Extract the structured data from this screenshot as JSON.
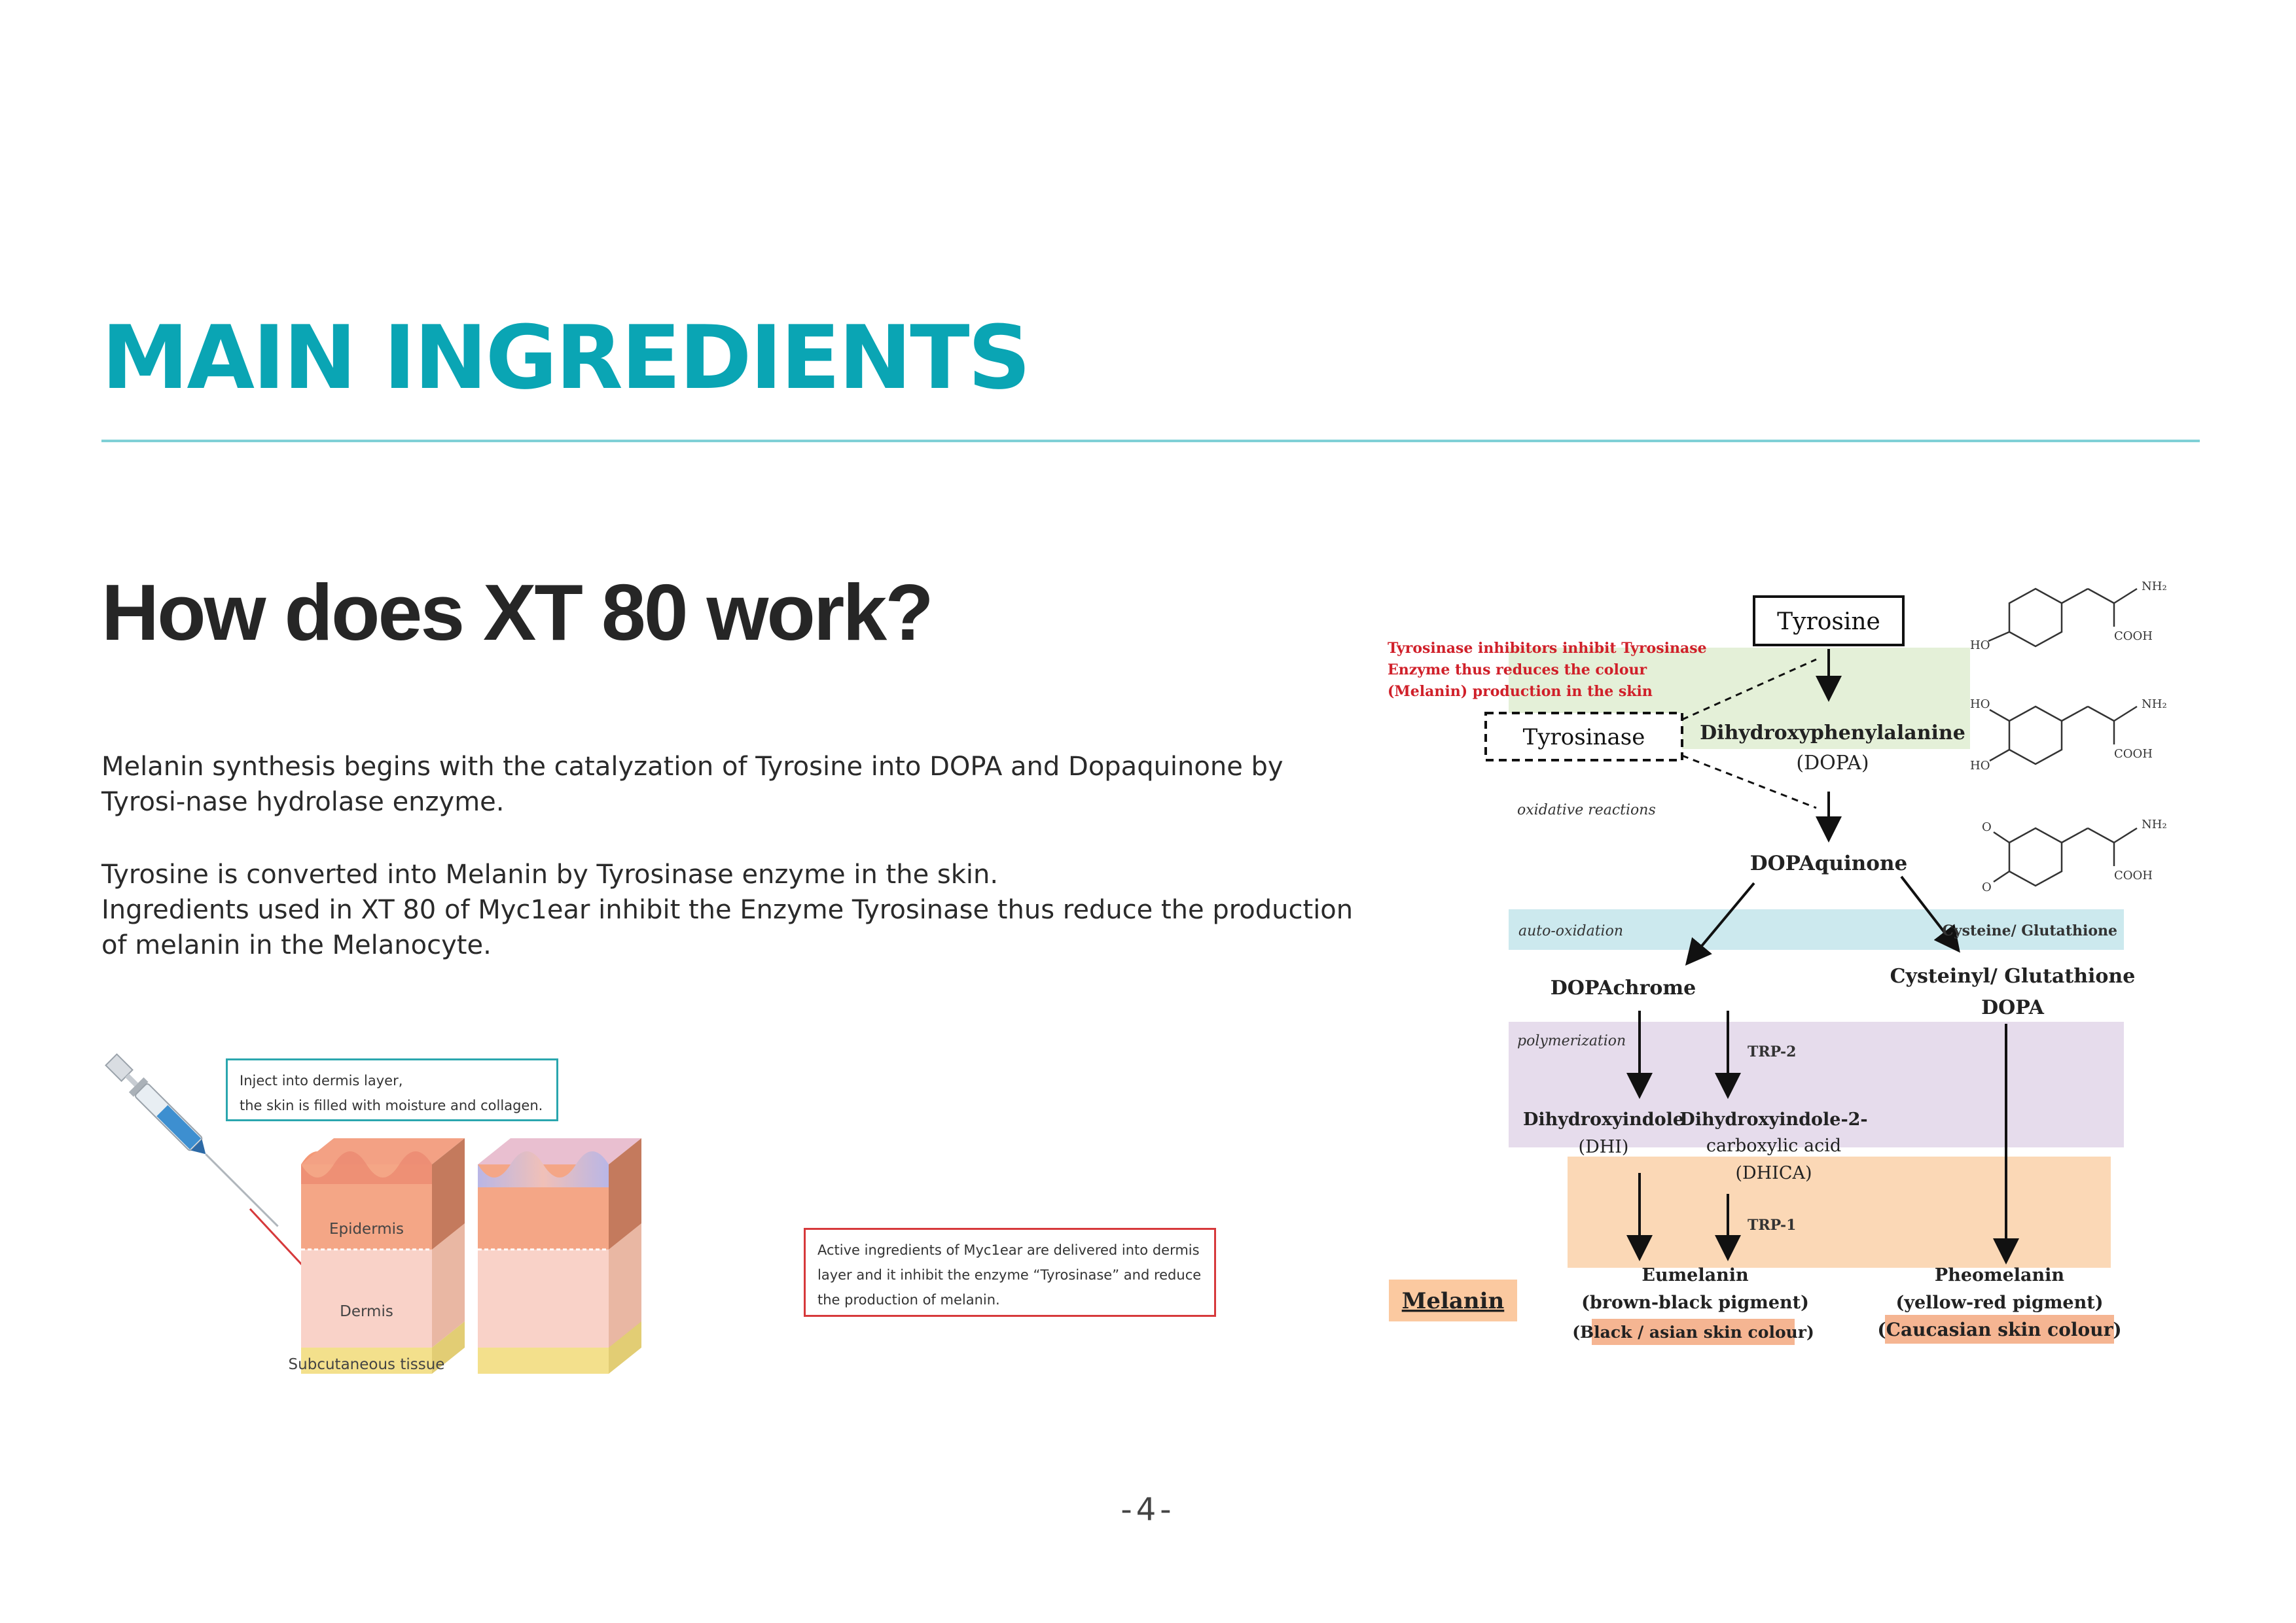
{
  "header": {
    "title": "MAIN INGREDIENTS",
    "subtitle": "How does XT 80 work?"
  },
  "content": {
    "paragraph1": "Melanin synthesis begins with the catalyzation of Tyrosine into DOPA and Dopaquinone by Tyrosi-nase hydrolase enzyme.",
    "paragraph2": "Tyrosine is converted into Melanin by Tyrosinase enzyme in the skin.",
    "paragraph3": "Ingredients used in XT 80 of Myc1ear inhibit the Enzyme Tyrosinase thus reduce the production of melanin in the Melanocyte."
  },
  "illustration": {
    "inject_callout_line1": "Inject into dermis layer,",
    "inject_callout_line2": "the skin is filled with moisture and collagen.",
    "active_callout_line1": "Active ingredients of Myc1ear are delivered into dermis",
    "active_callout_line2": "layer and it inhibit the enzyme “Tyrosinase” and reduce",
    "active_callout_line3": "the production of melanin.",
    "layer_epidermis": "Epidermis",
    "layer_dermis": "Dermis",
    "layer_subcutaneous": "Subcutaneous tissue"
  },
  "diagram": {
    "inhibitor_note_line1": "Tyrosinase inhibitors inhibit Tyrosinase",
    "inhibitor_note_line2": "Enzyme thus reduces the colour",
    "inhibitor_note_line3": "(Melanin) production in the skin",
    "tyrosine": "Tyrosine",
    "tyrosinase": "Tyrosinase",
    "dopa_line1": "Dihydroxyphenylalanine",
    "dopa_line2": "(DOPA)",
    "oxidative_label": "oxidative reactions",
    "dopaquinone": "DOPAquinone",
    "auto_oxidation": "auto-oxidation",
    "cysteine_glutathione": "Cysteine/  Glutathione",
    "dopachrome": "DOPAchrome",
    "cysteinyl_line1": "Cysteinyl/ Glutathione",
    "cysteinyl_line2": "DOPA",
    "polymerization": "polymerization",
    "trp2": "TRP-2",
    "dhi_line1": "Dihydroxyindole",
    "dhi_line2": "(DHI)",
    "dhica_line1": "Dihydroxyindole-2-",
    "dhica_line2": "carboxylic acid",
    "dhica_line3": "(DHICA)",
    "trp1": "TRP-1",
    "melanin": "Melanin",
    "eumelanin_line1": "Eumelanin",
    "eumelanin_line2": "(brown-black pigment)",
    "eumelanin_line3": "(Black / asian skin colour)",
    "pheomelanin_line1": "Pheomelanin",
    "pheomelanin_line2": "(yellow-red pigment)",
    "pheomelanin_line3": "(Caucasian skin colour)",
    "chem_nh2": "NH₂",
    "chem_cooh": "COOH",
    "chem_ho": "HO",
    "chem_o": "O"
  },
  "footer": {
    "page_number": "-4-"
  },
  "colors": {
    "accent": "#0aa5b4",
    "rule": "#7fd0d6",
    "inhibitor_note": "#d0202a",
    "oxidative_bg": "#e4f0d8",
    "auto_oxidation_bg": "#cce9ee",
    "polymerization_bg": "#e6dcec",
    "melanin_bg": "#fbd8b6"
  }
}
